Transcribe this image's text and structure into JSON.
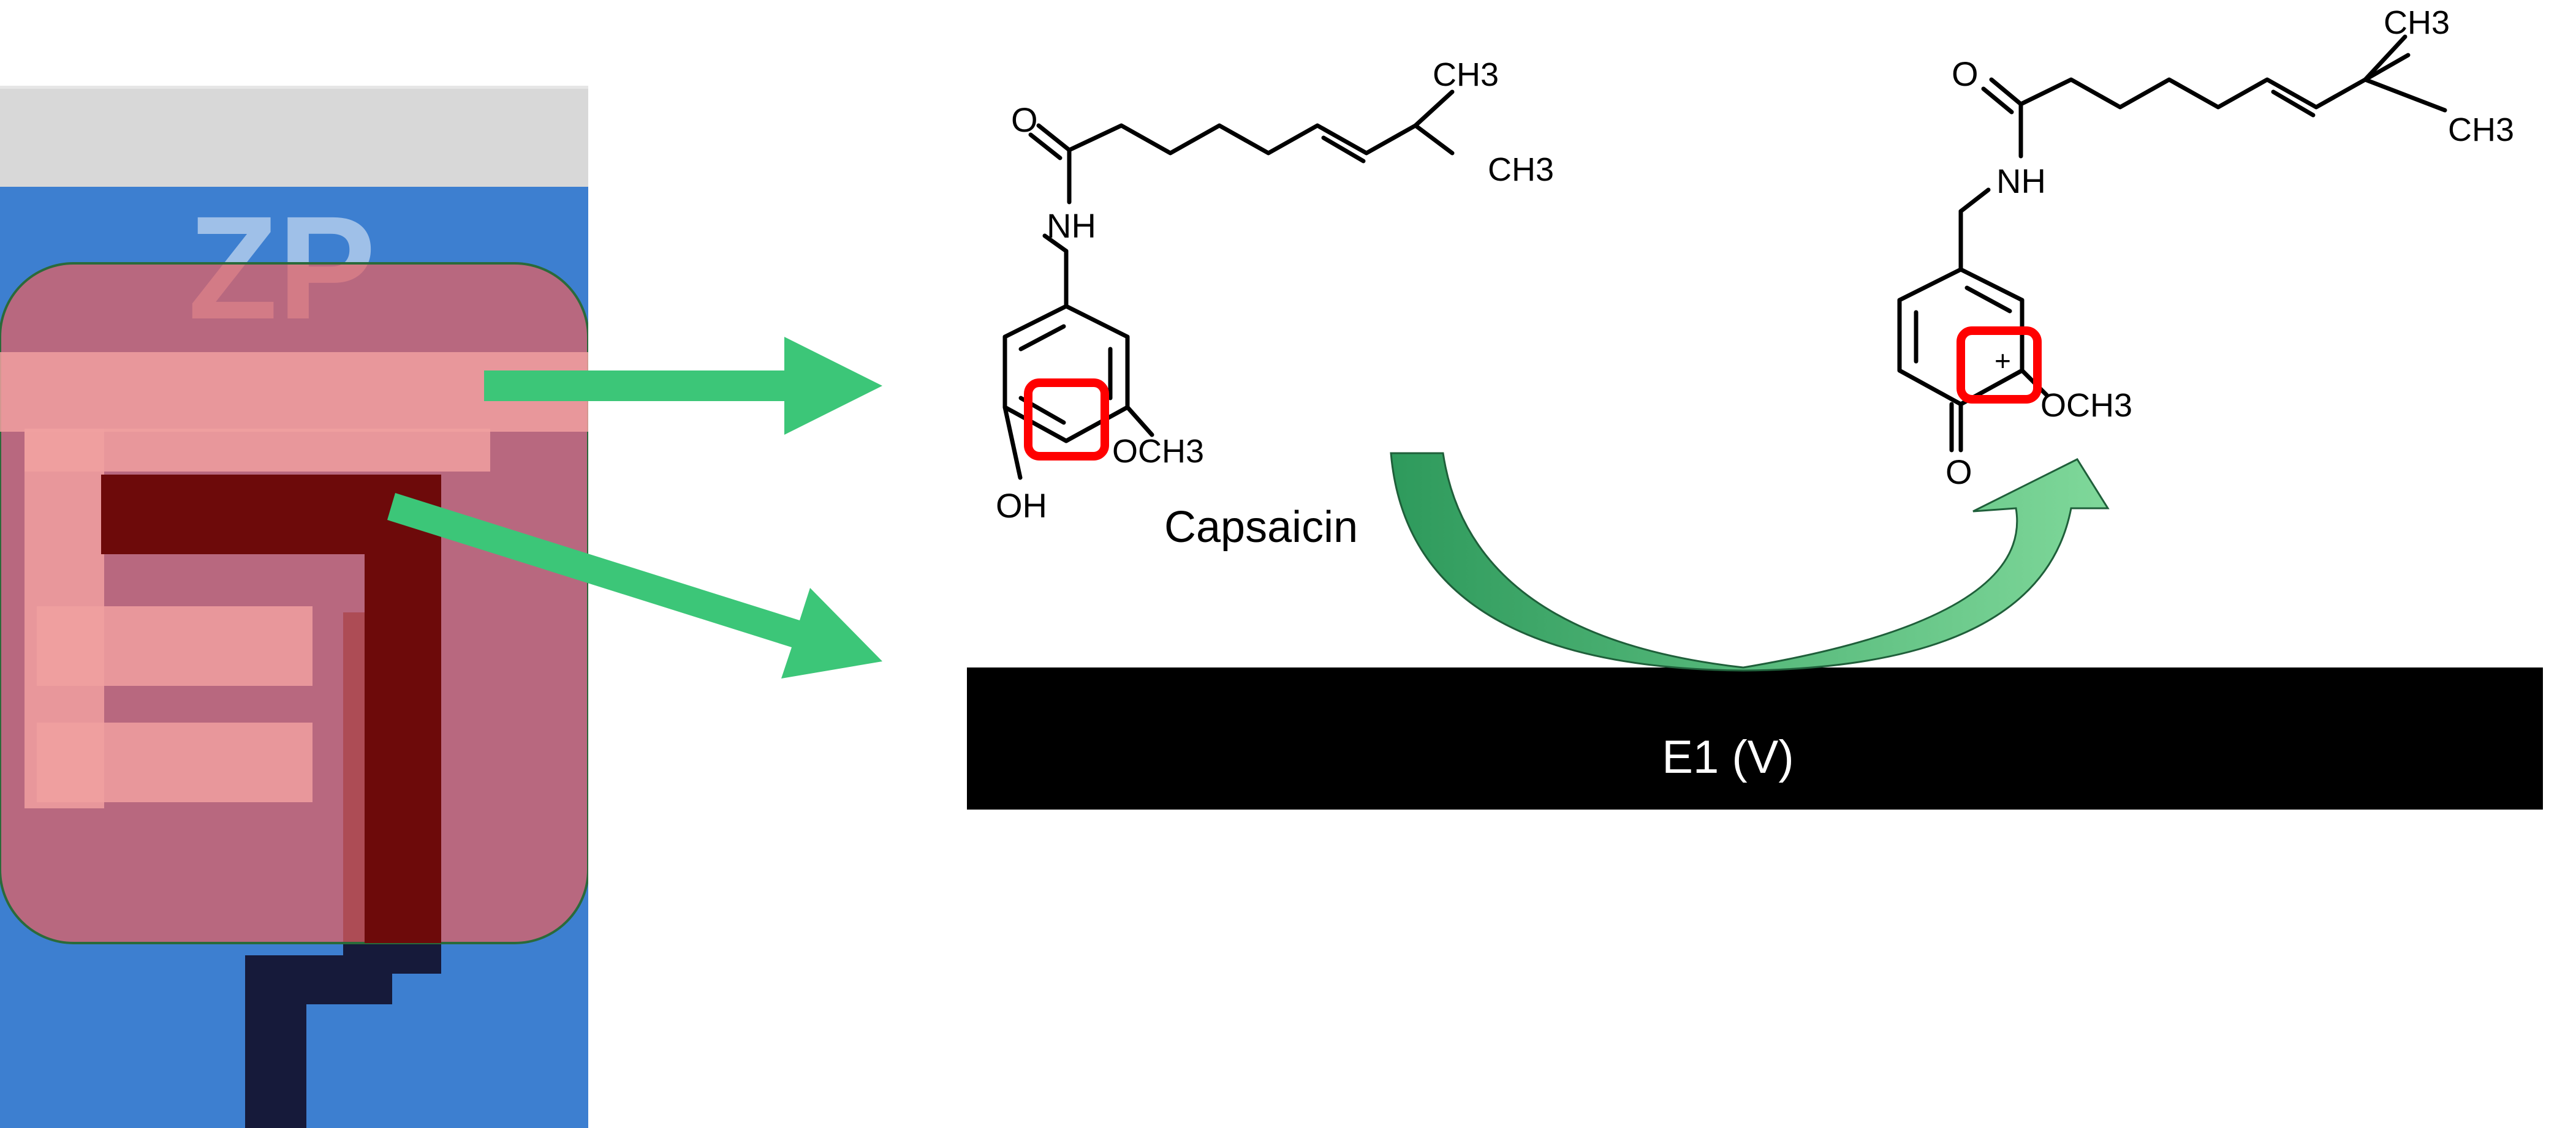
{
  "colors": {
    "arrow_green": "#3cc678",
    "curve_green_dark": "#2e9a5c",
    "curve_green_light": "#7fd89a",
    "highlight_red": "#ff0000",
    "electrode_bar": "#000000",
    "overlay_red": "#e86060",
    "sensor_blue": "#3d7fd0"
  },
  "electrode_label": "E1 (V)",
  "molecule_label": "Capsaicin",
  "reactant": {
    "carbonyl_o": "O",
    "amide": "NH",
    "methyl_top": "CH3",
    "methyl_bottom": "CH3",
    "methoxy": "OCH3",
    "hydroxyl": "OH"
  },
  "product": {
    "carbonyl_o": "O",
    "amide": "NH",
    "methyl_top": "CH3",
    "methyl_bottom": "CH3",
    "methoxy": "OCH3",
    "ring_oxygen": "O",
    "charge": "+"
  },
  "sensor_print": "ZP"
}
